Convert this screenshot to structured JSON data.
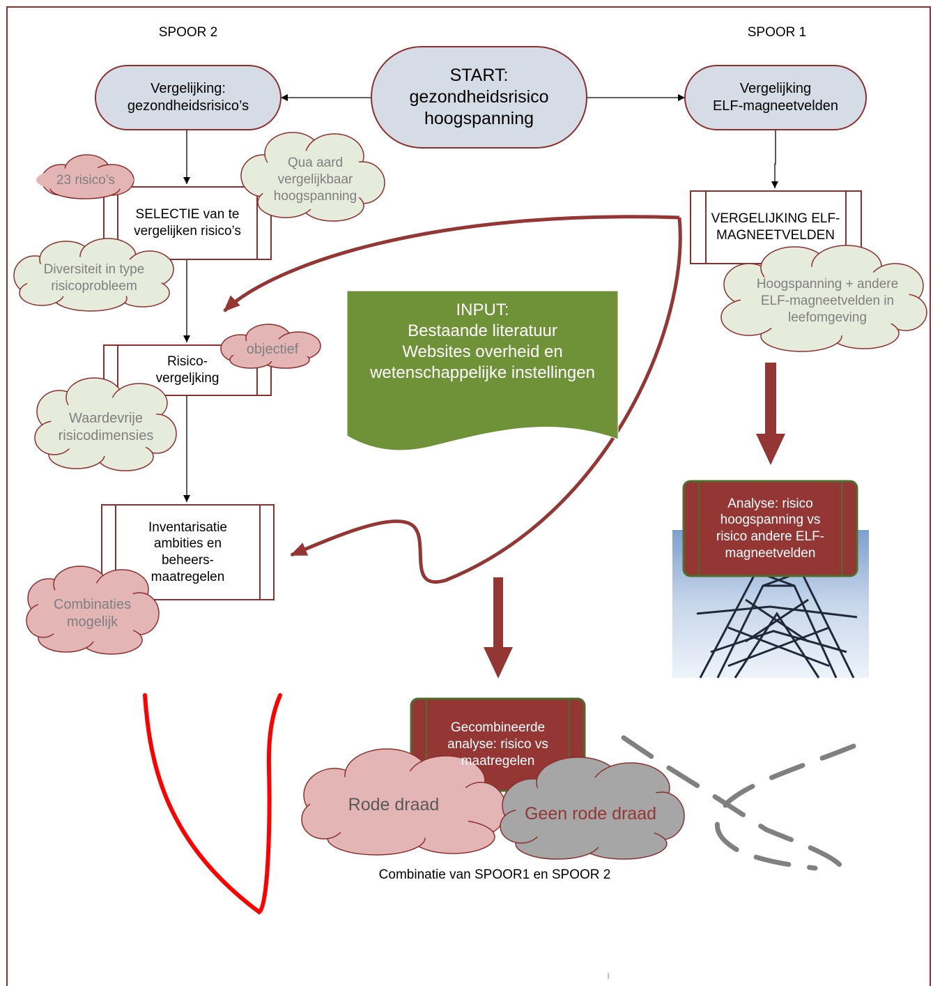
{
  "colors": {
    "frame": "#8b2e2e",
    "start_fill": "#d6dce5",
    "input_fill": "#6f9138",
    "analysis_fill": "#933634",
    "analysis_border": "#4e6e2c",
    "cloud_green": "#e6ecdc",
    "cloud_pink": "#e4b5b5",
    "cloud_gray": "#a6a6a6",
    "red_line": "#ff0000",
    "dash_gray": "#808080"
  },
  "labels": {
    "spoor2": "SPOOR 2",
    "spoor1": "SPOOR 1",
    "start": "START:\ngezondheidsrisico\nhoogspanning",
    "vergelijking_gezondheid": "Vergelijking:\ngezondheidsrisico’s",
    "vergelijking_elf": "Vergelijking\nELF-magneetvelden",
    "selectie": "SELECTIE van te\nvergelijken risico’s",
    "vergelijking_elf_box": "VERGELIJKING ELF-\nMAGNEETVELDEN",
    "risico_vergelijking": "Risico-\nvergeljking",
    "inventarisatie": "Inventarisatie\nambities en\nbeheers-\nmaatregelen",
    "input": "INPUT:\nBestaande literatuur\nWebsites overheid en\nwetenschappelijke instellingen",
    "analyse": "Analyse: risico\nhoogspanning vs\nrisico andere ELF-\nmagneetvelden",
    "gecombineerde": "Gecombineerde\nanalyse: risico vs\nmaatregelen",
    "combinatie": "Combinatie van SPOOR1 en SPOOR 2"
  },
  "clouds": {
    "risicos_23": "23 risico’s",
    "qua_aard": "Qua aard\nvergelijkbaar\nhoogspanning",
    "diversiteit": "Diversiteit in type\nrisicoprobleem",
    "hoogspanning_andere": "Hoogspanning + andere\nELF-magneetvelden in\nleefomgeving",
    "objectief": "objectief",
    "waardevrije": "Waardevrije\nrisicodimensies",
    "combinaties": "Combinaties\nmogelijk",
    "rode_draad": "Rode draad",
    "geen_rode_draad": "Geen rode draad"
  }
}
